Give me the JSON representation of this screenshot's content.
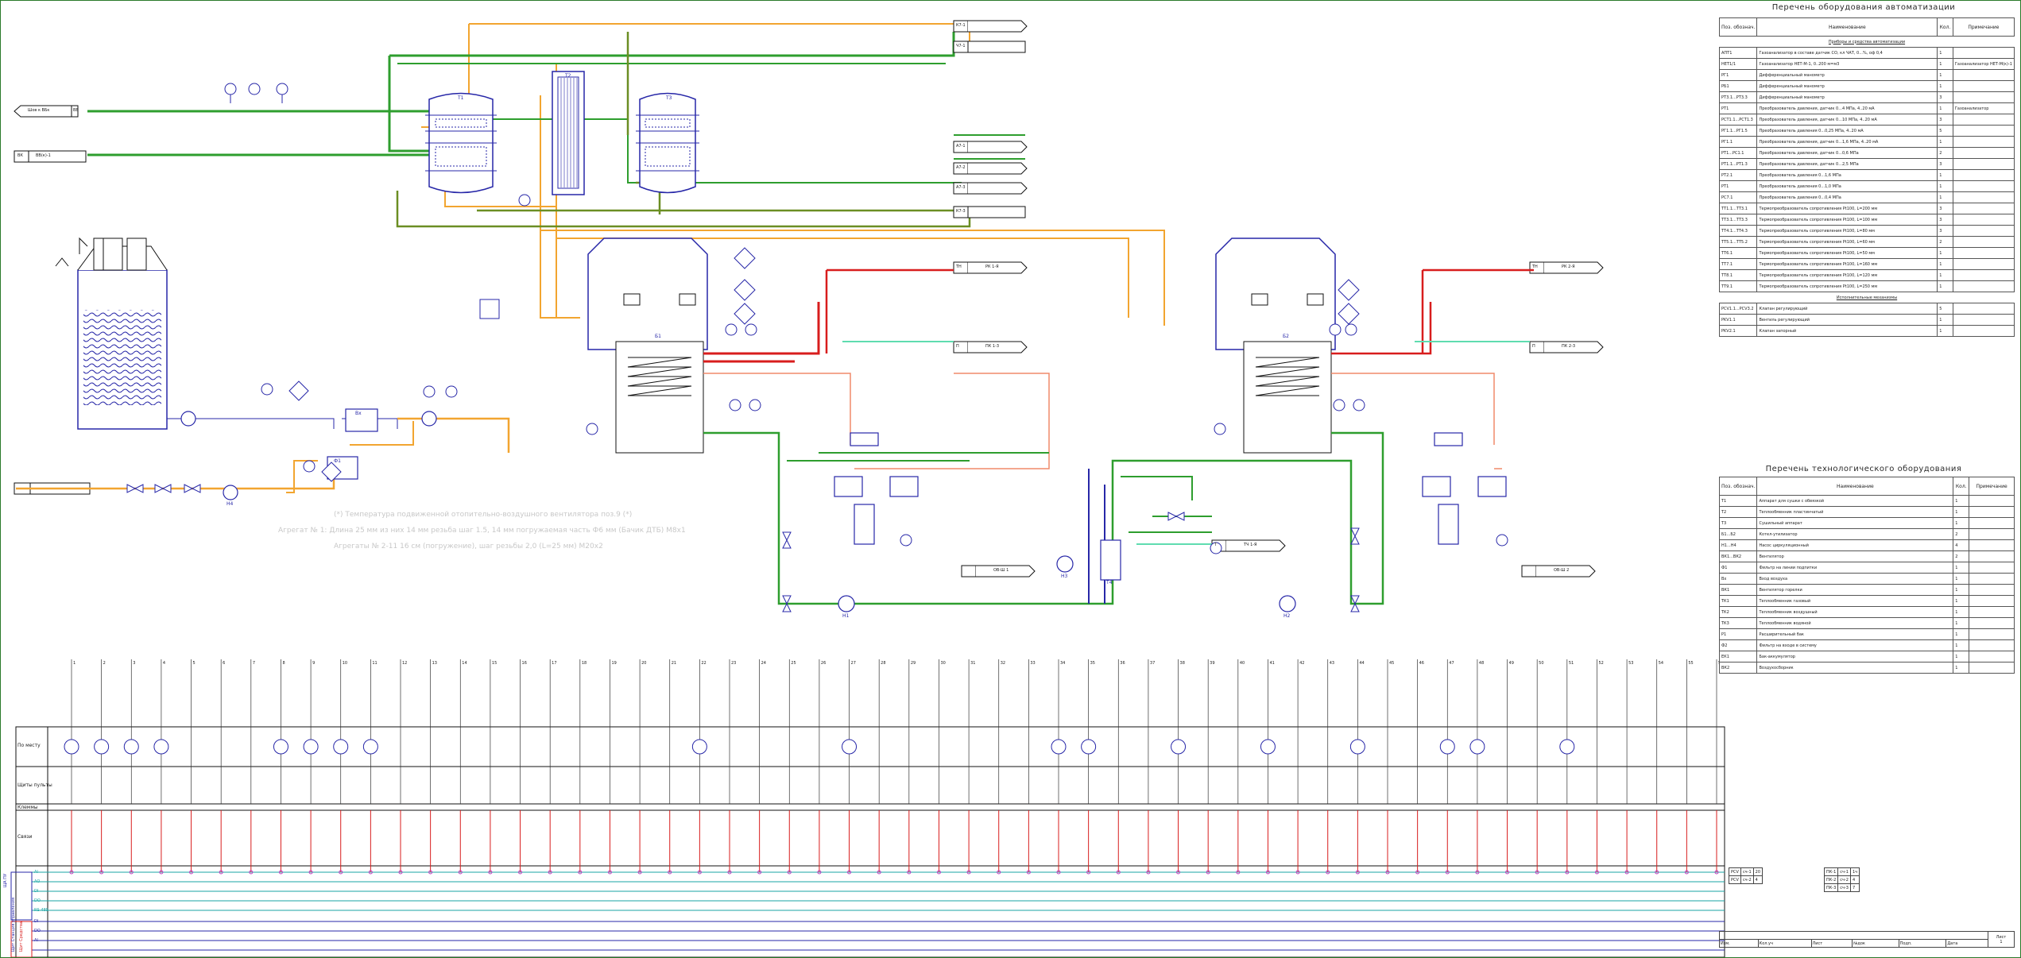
{
  "note": {
    "lines": [
      "(*) Температура подвиженной отопительно-воздушного вентилятора поз.9 (*)",
      "Агрегат № 1: Длина 25 мм из них 14 мм резьба шаг 1.5, 14 мм погружаемая часть Ф6 мм (Бачик ДТБ) М8х1",
      "Агрегаты № 2-11 16 см (погружение), шаг резьбы 2,0 (L=25 мм) М20х2"
    ]
  },
  "outputs_top": [
    {
      "label": "Шов к ВБк",
      "code": "ВВ"
    },
    {
      "label": "ВК",
      "code": "ВВ(к)-1"
    }
  ],
  "outputs_right": [
    {
      "code": "К7-1",
      "text": ""
    },
    {
      "code": "Ч7-1",
      "text": ""
    },
    {
      "code": "А7-1",
      "text": ""
    },
    {
      "code": "А7-2",
      "text": ""
    },
    {
      "code": "А7-3",
      "text": ""
    },
    {
      "code": "К7-3",
      "text": ""
    },
    {
      "code": "ТН",
      "text": "РК 1-Я"
    },
    {
      "code": "П",
      "text": "ПК 1-3"
    },
    {
      "code": "ТН",
      "text": "РК 2-Я"
    },
    {
      "code": "П",
      "text": "ПК 2-3"
    },
    {
      "code": "",
      "text": "ОВ-Ш 1"
    },
    {
      "code": "",
      "text": "ОВ-Ш 2"
    },
    {
      "code": "Т",
      "text": "ТЧ 1-Я"
    }
  ],
  "equipment_labels": [
    "Т1",
    "Т2",
    "Т3",
    "Б1",
    "Б2",
    "Вх",
    "Т4",
    "Н1",
    "Н2",
    "Н3",
    "Н4",
    "Ф1"
  ],
  "automation_table": {
    "title": "Перечень оборудования автоматизации",
    "headers": [
      "Поз. обознач.",
      "Наименование",
      "Кол.",
      "Примечание"
    ],
    "sections": [
      {
        "subtitle": "Приборы и средства автоматизации",
        "rows": [
          [
            "АПТ1",
            "Газоанализатор в составе датчик СО, кл ЧАТ, 0...%, оф 0,4",
            "1",
            ""
          ],
          [
            "НЕТ1/1",
            "Газоанализатор НЕТ-М-1, 0..200 м=м3",
            "1",
            "Газоанализатор НЕТ-М(к)-1"
          ],
          [
            "РГ1",
            "Дифференциальный манометр",
            "1",
            ""
          ],
          [
            "РБ1",
            "Дифференциальный манометр",
            "1",
            ""
          ],
          [
            "РТ3.1...РТ3.3",
            "Дифференциальный манометр",
            "3",
            ""
          ],
          [
            "РТ1",
            "Преобразователь давления, датчик 0...4 МПа, 4..20 мА",
            "1",
            "Газоанализатор"
          ],
          [
            "РСТ1.1...РСТ1.3",
            "Преобразователь давления, датчик 0...10 МПа, 4..20 мА",
            "3",
            ""
          ],
          [
            "РГ1.1...РГ1.5",
            "Преобразователь давления 0...0,25 МПа, 4..20 мА",
            "5",
            ""
          ],
          [
            "РГ1.1",
            "Преобразователь давления, датчик 0...1,6 МПа, 4..20 мА",
            "1",
            ""
          ],
          [
            "РТ1...РС1.1",
            "Преобразователь давления, датчик 0...0,6 МПа",
            "2",
            ""
          ],
          [
            "РТ1.1...РТ1.3",
            "Преобразователь давления, датчик 0...2,5 МПа",
            "3",
            ""
          ],
          [
            "РТ2.1",
            "Преобразователь давления 0...1,6 МПа",
            "1",
            ""
          ],
          [
            "РТ1",
            "Преобразователь давления 0...1,0 МПа",
            "1",
            ""
          ],
          [
            "РС7.1",
            "Преобразователь давления 0...0,4 МПа",
            "1",
            ""
          ],
          [
            "ТТ1.1...ТТ3.1",
            "Термопреобразователь сопротивления Pt100, L=200 мм",
            "3",
            ""
          ],
          [
            "ТТ3.1...ТТ3.3",
            "Термопреобразователь сопротивления Pt100, L=100 мм",
            "3",
            ""
          ],
          [
            "ТТ4.1...ТТ4.3",
            "Термопреобразователь сопротивления Pt100, L=80 мм",
            "3",
            ""
          ],
          [
            "ТТ5.1...ТТ5.2",
            "Термопреобразователь сопротивления Pt100, L=60 мм",
            "2",
            ""
          ],
          [
            "ТТ6.1",
            "Термопреобразователь сопротивления Pt100, L=50 мм",
            "1",
            ""
          ],
          [
            "ТТ7.1",
            "Термопреобразователь сопротивления Pt100, L=160 мм",
            "1",
            ""
          ],
          [
            "ТТ8.1",
            "Термопреобразователь сопротивления Pt100, L=120 мм",
            "1",
            ""
          ],
          [
            "ТТ9.1",
            "Термопреобразователь сопротивления Pt100, L=250 мм",
            "1",
            ""
          ]
        ]
      },
      {
        "subtitle": "Исполнительные механизмы",
        "rows": [
          [
            "PCV1.1...PCV3.2",
            "Клапан регулирующий",
            "5",
            ""
          ],
          [
            "PKV1.1",
            "Вентиль регулирующий",
            "1",
            ""
          ],
          [
            "PKV2.1",
            "Клапан запорный",
            "1",
            ""
          ]
        ]
      }
    ]
  },
  "tech_table": {
    "title": "Перечень технологического оборудования",
    "headers": [
      "Поз. обознач.",
      "Наименование",
      "Кол.",
      "Примечание"
    ],
    "rows": [
      [
        "Т1",
        "Аппарат для сушки с обвязкой",
        "1",
        ""
      ],
      [
        "Т2",
        "Теплообменник пластинчатый",
        "1",
        ""
      ],
      [
        "Т3",
        "Сушильный аппарат",
        "1",
        ""
      ],
      [
        "Б1...Б2",
        "Котел-утилизатор",
        "2",
        ""
      ],
      [
        "Н1...Н4",
        "Насос циркуляционный",
        "4",
        ""
      ],
      [
        "ВК1...ВК2",
        "Вентилятор",
        "2",
        ""
      ],
      [
        "Ф1",
        "Фильтр на линии подпитки",
        "1",
        ""
      ],
      [
        "Вх",
        "Вход воздуха",
        "1",
        ""
      ],
      [
        "ВК1",
        "Вентилятор горелки",
        "1",
        ""
      ],
      [
        "ТК1",
        "Теплообменник газовый",
        "1",
        ""
      ],
      [
        "ТК2",
        "Теплообменник воздушный",
        "1",
        ""
      ],
      [
        "ТК3",
        "Теплообменник водяной",
        "1",
        ""
      ],
      [
        "Р1",
        "Расширительный бак",
        "1",
        ""
      ],
      [
        "Ф2",
        "Фильтр на входе в систему",
        "1",
        ""
      ],
      [
        "ЕК1",
        "Бак-аккумулятор",
        "1",
        ""
      ],
      [
        "ВК2",
        "Воздухосборник",
        "1",
        ""
      ]
    ]
  },
  "bottom_panel": {
    "row_labels": [
      "По месту",
      "Щиты пульты",
      "Клеммы",
      "Связи"
    ],
    "rail_labels": [
      "AI",
      "AO",
      "DI",
      "DO",
      "RS-485",
      "DI",
      "DO",
      "AI"
    ],
    "group_labels": [
      "ЩА ПУ",
      "Щит Станция управления",
      "Щит Средства"
    ],
    "columns": [
      "1",
      "2",
      "3",
      "4",
      "5",
      "6",
      "7",
      "8",
      "9",
      "10",
      "11",
      "12",
      "13",
      "14",
      "15",
      "16",
      "17",
      "18",
      "19",
      "20",
      "21",
      "22",
      "23",
      "24",
      "25",
      "26",
      "27",
      "28",
      "29",
      "30",
      "31",
      "32",
      "33",
      "34",
      "35",
      "36",
      "37",
      "38",
      "39",
      "40",
      "41",
      "42",
      "43",
      "44",
      "45",
      "46",
      "47",
      "48",
      "49",
      "50",
      "51",
      "52",
      "53",
      "54",
      "55",
      "56"
    ]
  },
  "legend": {
    "rows": [
      [
        "PCV",
        "сч-1",
        "20"
      ],
      [
        "PCV",
        "сч-2",
        "4"
      ]
    ],
    "rows2": [
      [
        "ПК-1",
        "сч-1",
        "1ч"
      ],
      [
        "ПК-2",
        "сч-2",
        "4"
      ],
      [
        "ПК-3",
        "сч-3",
        "7"
      ]
    ]
  },
  "stamp": {
    "cells": [
      "Изм.",
      "Кол.уч",
      "Лист",
      "№док",
      "Подп.",
      "Дата"
    ],
    "sheet_label": "Лист",
    "sheet_number": "1"
  },
  "colors": {
    "green": "#2e9e2e",
    "darkgreen": "#6b8e23",
    "orange": "#f2a530",
    "red": "#d81d1d",
    "blue": "#2727a8",
    "magenta": "#c03cc0",
    "cyan": "#1aa6a6",
    "salmon": "#f08a6a",
    "mint": "#5fdcb0"
  }
}
